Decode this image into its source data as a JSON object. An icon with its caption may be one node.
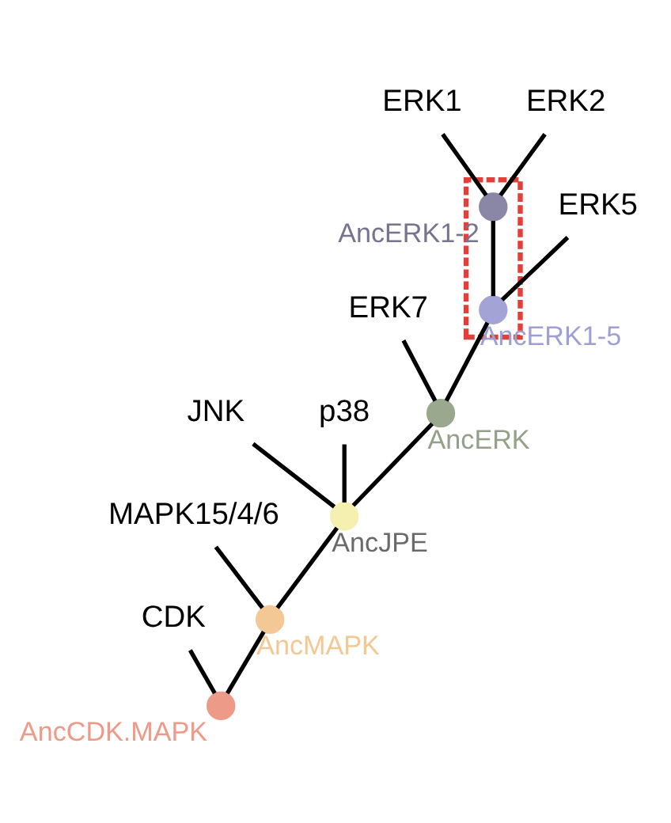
{
  "diagram": {
    "nodes": [
      {
        "text": [
          "CDK"
        ]
      },
      {
        "text": [
          "MAPK15/4/6"
        ]
      },
      {
        "text": [
          "JNK"
        ]
      },
      {
        "text": [
          "p38"
        ]
      },
      {
        "text": [
          "ERK7"
        ]
      },
      {
        "text": [
          "ERK5"
        ]
      },
      {
        "text": [
          "ERK1"
        ]
      },
      {
        "text": [
          "ERK2"
        ]
      },
      {
        "text": [],
        "shape": "box"
      },
      {
        "text": [],
        "shape": "circle",
        "beside": [
          "AncERK1-2"
        ],
        "in": 8
      },
      {
        "text": [],
        "shape": "circle",
        "beside": [
          "AncERK1-5"
        ],
        "in": 8
      },
      {
        "text": [],
        "shape": "circle",
        "beside": [
          "AncERK"
        ]
      },
      {
        "text": [],
        "shape": "circle",
        "beside": [
          "AncJPE"
        ]
      },
      {
        "text": [],
        "shape": "circle",
        "beside": [
          "AncMAPK"
        ]
      },
      {
        "text": [],
        "shape": "circle",
        "beside": [
          "AncCDK.MAPK"
        ]
      }
    ],
    "edges": [
      {
        "from": 14,
        "to": 0,
        "arrow": "none"
      },
      {
        "from": 14,
        "to": 13,
        "arrow": "none"
      },
      {
        "from": 13,
        "to": 1,
        "arrow": "none"
      },
      {
        "from": 13,
        "to": 12,
        "arrow": "none"
      },
      {
        "from": 12,
        "to": 2,
        "arrow": "none"
      },
      {
        "from": 12,
        "to": 3,
        "arrow": "none"
      },
      {
        "from": 12,
        "to": 11,
        "arrow": "none"
      },
      {
        "from": 11,
        "to": 4,
        "arrow": "none"
      },
      {
        "from": 11,
        "to": 10,
        "arrow": "none"
      },
      {
        "from": 10,
        "to": 5,
        "arrow": "none"
      },
      {
        "from": 10,
        "to": 9,
        "arrow": "none"
      },
      {
        "from": 9,
        "to": 6,
        "arrow": "none"
      },
      {
        "from": 9,
        "to": 7,
        "arrow": "none"
      }
    ]
  }
}
